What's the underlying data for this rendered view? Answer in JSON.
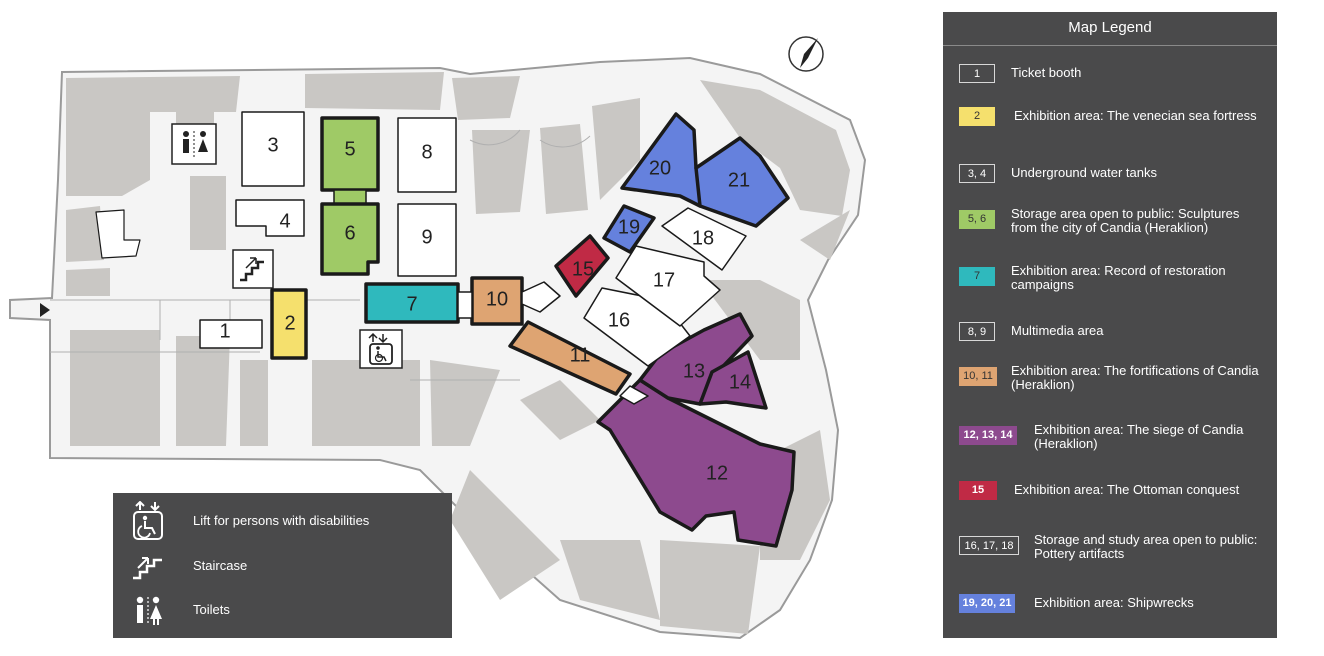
{
  "map": {
    "rooms": [
      {
        "id": "1",
        "label": "1"
      },
      {
        "id": "2",
        "label": "2"
      },
      {
        "id": "3",
        "label": "3"
      },
      {
        "id": "4",
        "label": "4"
      },
      {
        "id": "5",
        "label": "5"
      },
      {
        "id": "6",
        "label": "6"
      },
      {
        "id": "7",
        "label": "7"
      },
      {
        "id": "8",
        "label": "8"
      },
      {
        "id": "9",
        "label": "9"
      },
      {
        "id": "10",
        "label": "10"
      },
      {
        "id": "11",
        "label": "11"
      },
      {
        "id": "12",
        "label": "12"
      },
      {
        "id": "13",
        "label": "13"
      },
      {
        "id": "14",
        "label": "14"
      },
      {
        "id": "15",
        "label": "15"
      },
      {
        "id": "16",
        "label": "16"
      },
      {
        "id": "17",
        "label": "17"
      },
      {
        "id": "18",
        "label": "18"
      },
      {
        "id": "19",
        "label": "19"
      },
      {
        "id": "20",
        "label": "20"
      },
      {
        "id": "21",
        "label": "21"
      }
    ],
    "colors": {
      "white": "#ffffff",
      "yellow": "#f5e06d",
      "green": "#9fca66",
      "teal": "#2fb9bd",
      "orange": "#dea472",
      "purple": "#8d4a8e",
      "red": "#c02a45",
      "blue": "#6581dd",
      "corridor": "#c9c7c4",
      "floor": "#f4f4f4"
    }
  },
  "legend": {
    "title": "Map Legend",
    "items": [
      {
        "badge": "1",
        "text": "Ticket booth",
        "color": "#ffffff"
      },
      {
        "badge": "2",
        "text": "Exhibition area: The venecian sea fortress",
        "color": "#f5e06d"
      },
      {
        "badge": "3, 4",
        "text": "Underground water tanks",
        "color": "#ffffff"
      },
      {
        "badge": "5, 6",
        "text": "Storage area open to public: Sculptures from the city of Candia (Heraklion)",
        "color": "#9fca66"
      },
      {
        "badge": "7",
        "text": "Exhibition area:  Record of restoration campaigns",
        "color": "#2fb9bd"
      },
      {
        "badge": "8, 9",
        "text": "Multimedia area",
        "color": "#ffffff"
      },
      {
        "badge": "10, 11",
        "text": "Exhibition area: The fortifications of Candia (Heraklion)",
        "color": "#dea472"
      },
      {
        "badge": "12, 13, 14",
        "text": "Exhibition area: The siege of Candia (Heraklion)",
        "color": "#8d4a8e"
      },
      {
        "badge": "15",
        "text": "Exhibition area: The Ottoman conquest",
        "color": "#c02a45"
      },
      {
        "badge": "16, 17, 18",
        "text": "Storage and study area open to public: Pottery artifacts",
        "color": "#ffffff"
      },
      {
        "badge": "19, 20, 21",
        "text": "Exhibition area: Shipwrecks",
        "color": "#6581dd"
      }
    ]
  },
  "key": {
    "items": [
      {
        "icon": "wheelchair-lift-icon",
        "text": "Lift for persons with disabilities"
      },
      {
        "icon": "staircase-icon",
        "text": "Staircase"
      },
      {
        "icon": "toilets-icon",
        "text": "Toilets"
      }
    ]
  }
}
